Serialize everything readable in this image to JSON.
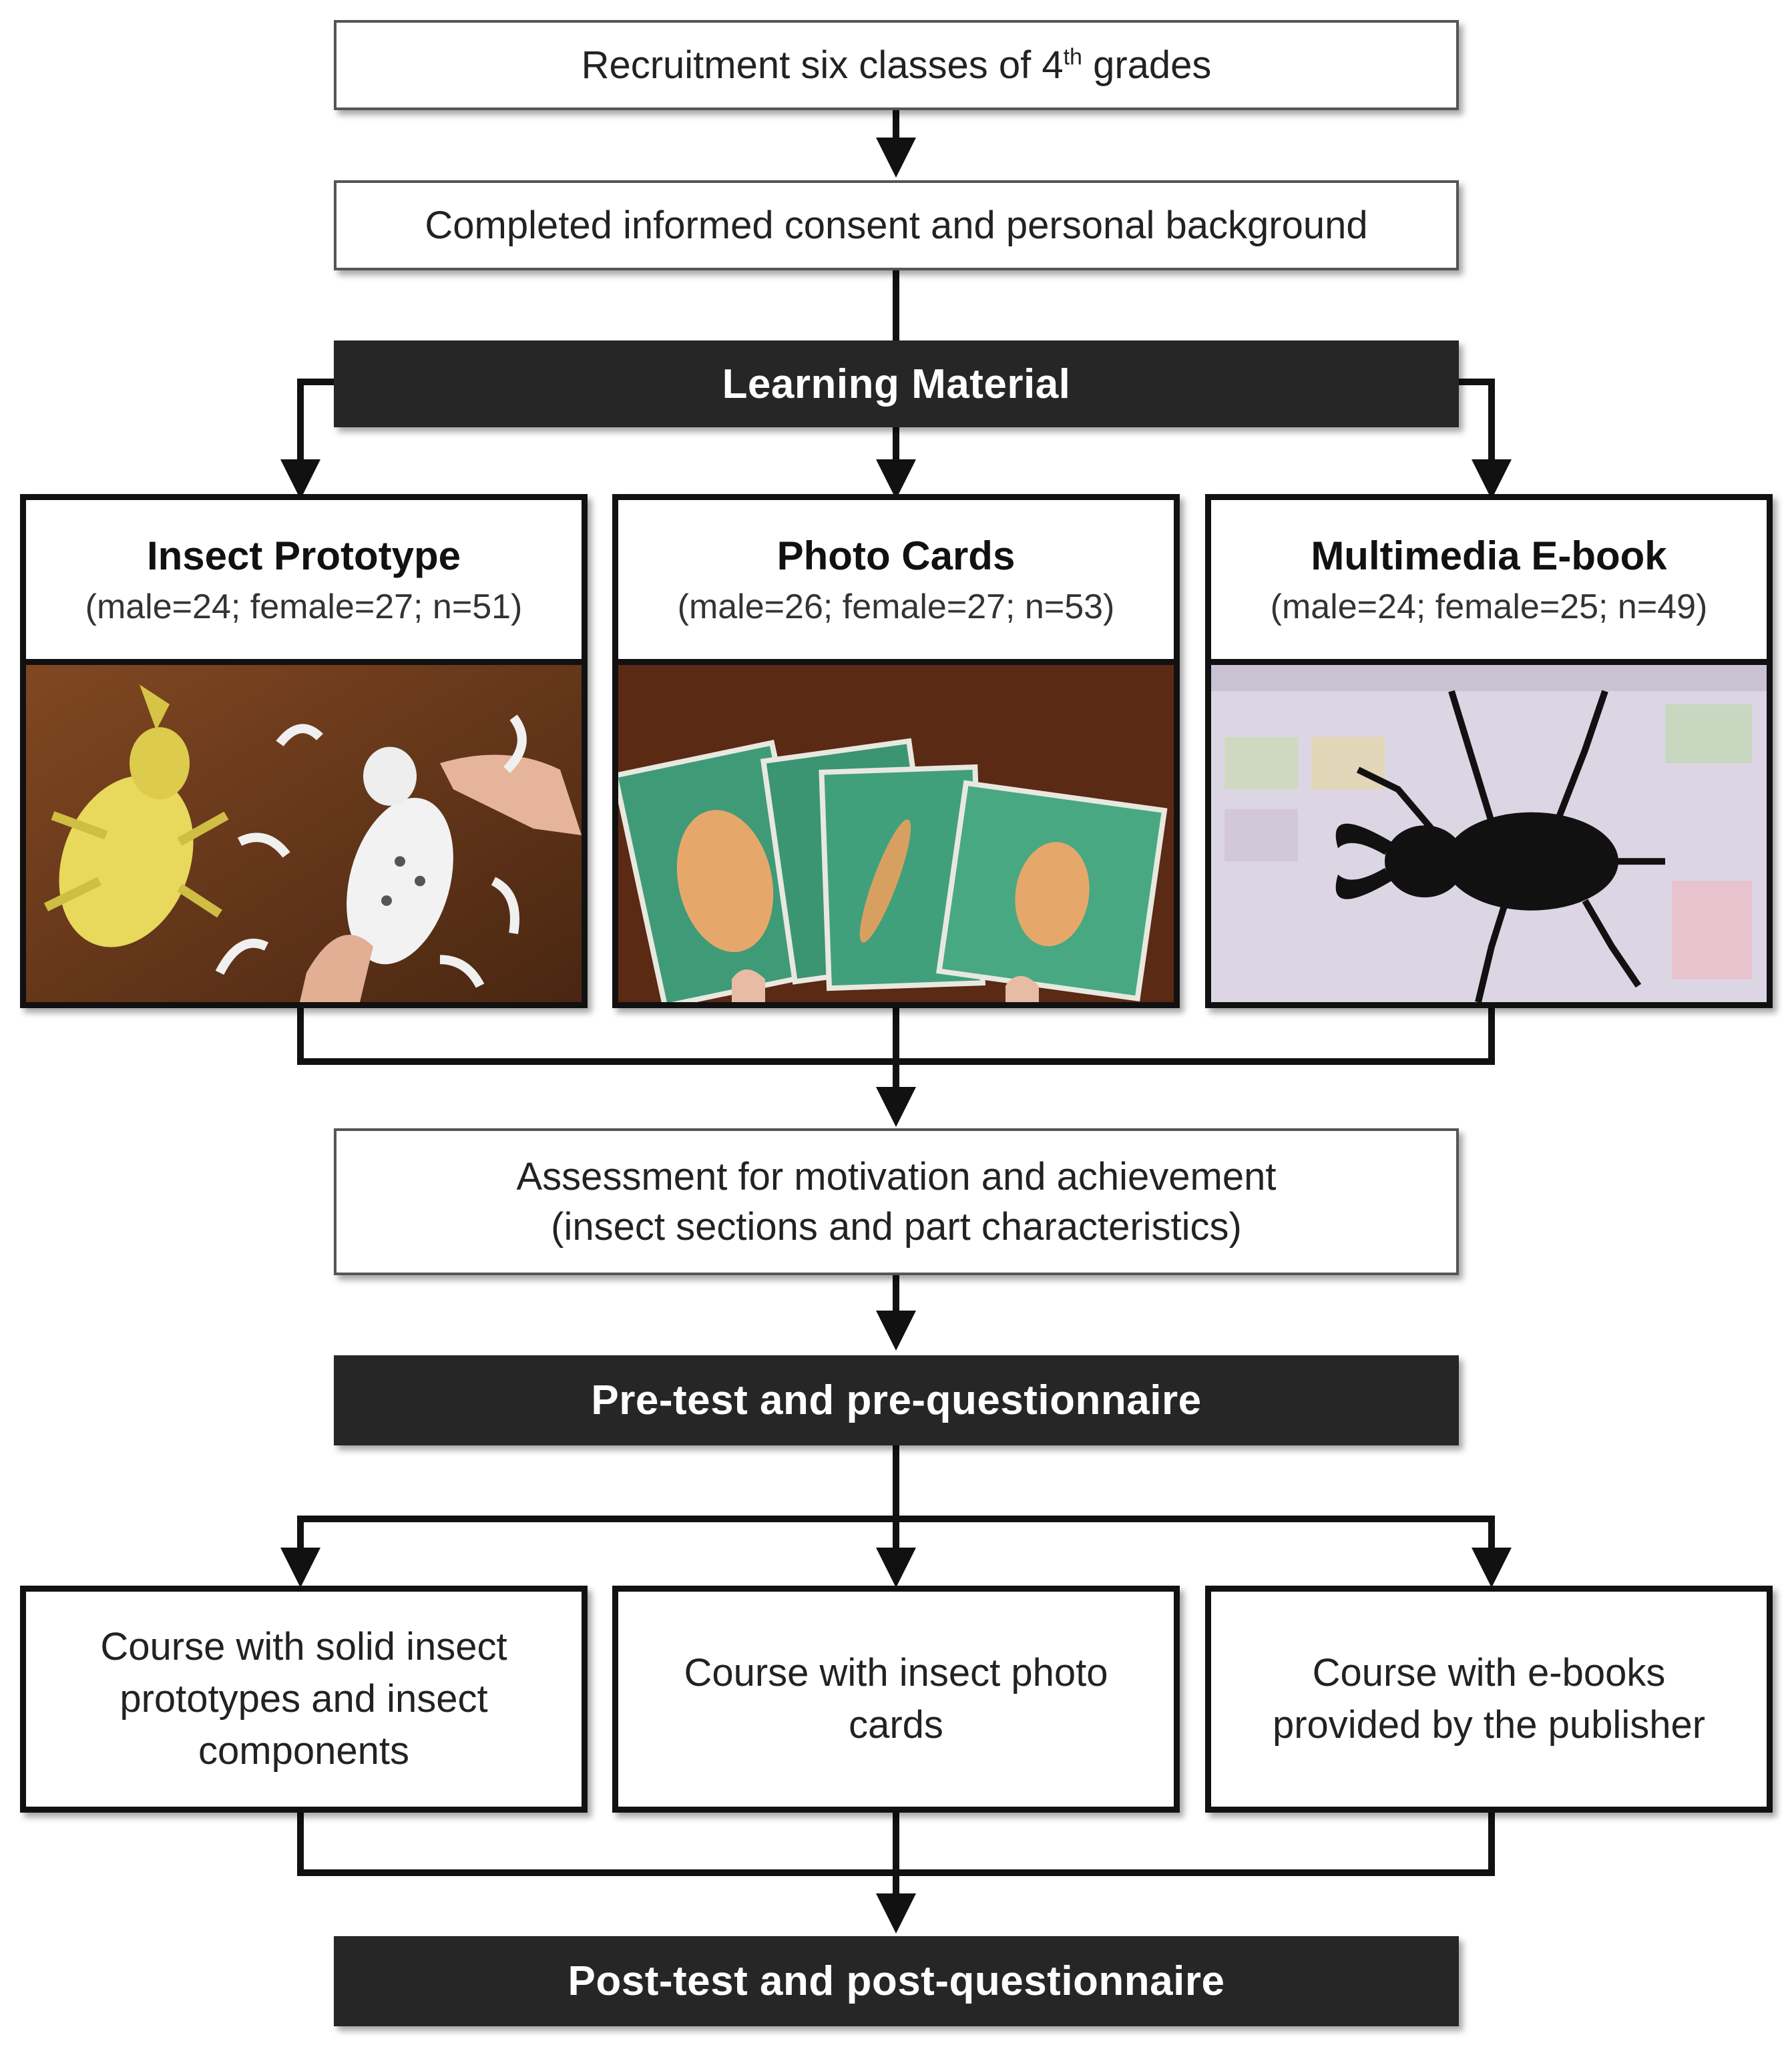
{
  "steps": {
    "recruitment": {
      "text": "Recruitment six classes of 4",
      "sup": "th",
      "suffix": " grades"
    },
    "consent": "Completed informed consent and personal background",
    "learning_material": "Learning Material",
    "assessment_line1": "Assessment for motivation and achievement",
    "assessment_line2": "(insect sections and part characteristics)",
    "pretest": "Pre-test and pre-questionnaire",
    "posttest": "Post-test and post-questionnaire"
  },
  "groups": [
    {
      "title": "Insect Prototype",
      "stats": "(male=24;  female=27;  n=51)",
      "photo": "yellow beetle model with white prototype parts on wooden table"
    },
    {
      "title": "Photo Cards",
      "stats": "(male=26;  female=27;  n=53)",
      "photo": "fan of green insect photo cards held in hand"
    },
    {
      "title": "Multimedia E-book",
      "stats": "(male=24;  female=25;  n=49)",
      "photo": "stag beetle silhouette on e-book screen"
    }
  ],
  "courses": [
    "Course with solid insect prototypes and insect components",
    "Course with insect photo cards",
    "Course with e-books provided by the publisher"
  ],
  "colors": {
    "dark_box": "#262626",
    "line": "#111111",
    "light_border": "#555555"
  }
}
